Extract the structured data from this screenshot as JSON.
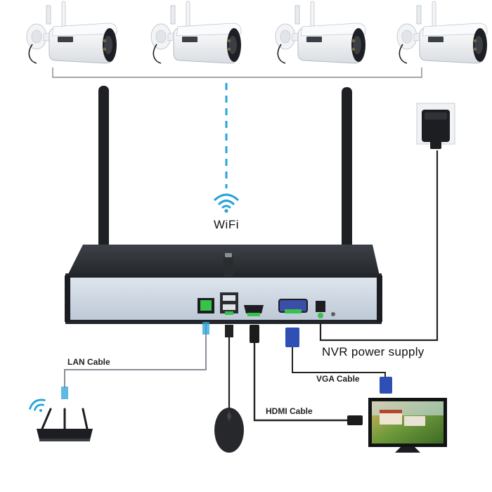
{
  "labels": {
    "wifi": "WiFi",
    "lan_cable": "LAN Cable",
    "nvr_power_supply": "NVR power supply",
    "vga_cable": "VGA Cable",
    "hdmi_cable": "HDMI Cable"
  },
  "devices": {
    "cameras": [
      "ip-camera",
      "ip-camera",
      "ip-camera",
      "ip-camera"
    ],
    "recorder": "nvr-box",
    "router": "wifi-router",
    "mouse": "usb-mouse",
    "monitor": "display-monitor",
    "adapter": "power-adapter"
  },
  "colors": {
    "port_highlight": "#37c24a",
    "wifi_signal": "#29a3d9",
    "nvr_panel": "#cdd7e2",
    "nvr_body": "#2b2e33",
    "vga_blue": "#2f4fb5"
  }
}
